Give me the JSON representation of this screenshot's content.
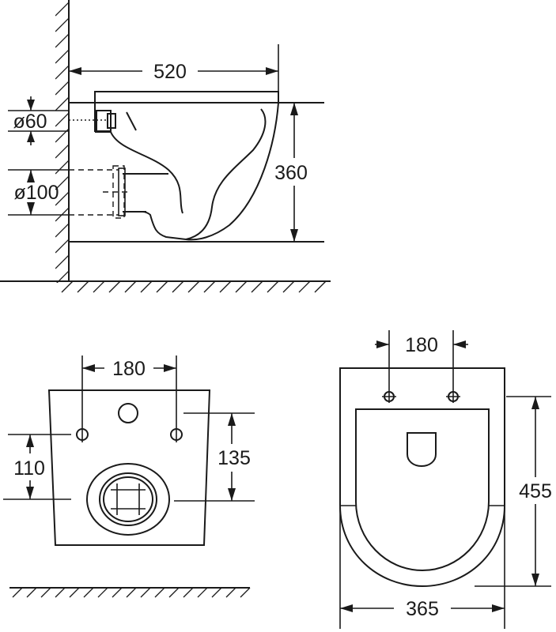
{
  "drawing": {
    "line_color": "#1a1a1a",
    "background": "#ffffff",
    "side_view": {
      "width_label": "520",
      "height_label": "360",
      "upper_pipe_label": "ø60",
      "lower_pipe_label": "ø100"
    },
    "rear_view": {
      "bolt_spacing_label": "180",
      "left_height_label": "110",
      "right_height_label": "135"
    },
    "top_view": {
      "bolt_spacing_label": "180",
      "length_label": "455",
      "width_label": "365"
    }
  }
}
